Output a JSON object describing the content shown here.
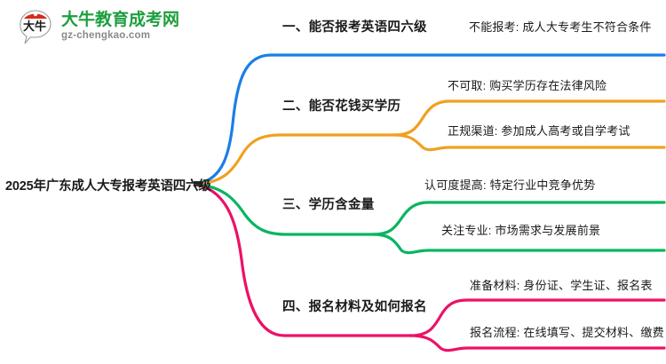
{
  "logo": {
    "mark_text": "大牛",
    "title": "大牛教育成考网",
    "subtitle": "gz-chengkao.com",
    "title_color": "#1e9e3e",
    "subtitle_color": "#8a8a8a",
    "mark_accent_color": "#d92b1c"
  },
  "mindmap": {
    "root": {
      "label": "2025年广东成人大专报考英语四六级"
    },
    "branches": [
      {
        "index": "1",
        "label": "一、能否报考英语四六级",
        "color": "#1a7ee8",
        "children": [
          {
            "label": "不能报考: 成人大专考生不符合条件"
          }
        ]
      },
      {
        "index": "2",
        "label": "二、能否花钱买学历",
        "color": "#f0a020",
        "children": [
          {
            "label": "不可取: 购买学历存在法律风险"
          },
          {
            "label": "正规渠道: 参加成人高考或自学考试"
          }
        ]
      },
      {
        "index": "3",
        "label": "三、学历含金量",
        "color": "#0ab561",
        "children": [
          {
            "label": "认可度提高: 特定行业中竞争优势"
          },
          {
            "label": "关注专业: 市场需求与发展前景"
          }
        ]
      },
      {
        "index": "4",
        "label": "四、报名材料及如何报名",
        "color": "#ed1166",
        "children": [
          {
            "label": "准备材料: 身份证、学生证、报名表"
          },
          {
            "label": "报名流程: 在线填写、提交材料、缴费"
          }
        ]
      }
    ]
  },
  "canvas": {
    "background": "#ffffff",
    "text_color": "#1a1a1a"
  }
}
